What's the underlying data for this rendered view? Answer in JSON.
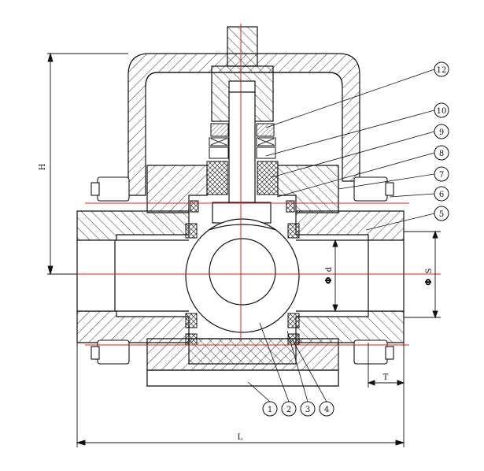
{
  "dimensions": {
    "H": "H",
    "L": "L",
    "T": "T",
    "d": "d",
    "S": "S",
    "phi_symbol": "Φ"
  },
  "part_labels": [
    "1",
    "2",
    "3",
    "4",
    "5",
    "6",
    "7",
    "8",
    "9",
    "10",
    "12"
  ],
  "colors": {
    "outline": "#111111",
    "hatch": "#333333",
    "centerline": "#e02020"
  }
}
